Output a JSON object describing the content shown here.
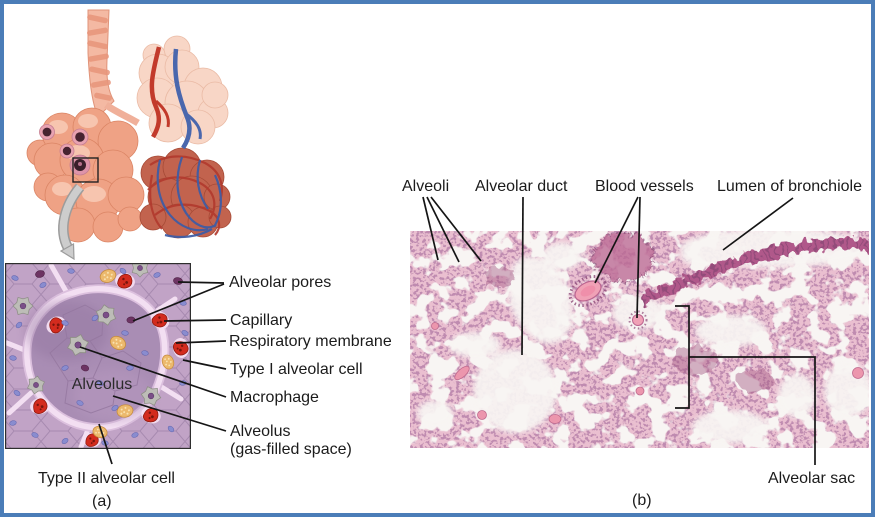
{
  "colors": {
    "frame_border": "#4b7db8",
    "label_text": "#1b1b1b",
    "leader_line": "#151515",
    "tissue_pink": "#d18ba6",
    "tissue_speckle": "#854a74",
    "illustration_background_purple": "#c1a3c6",
    "cavity_purple": "#a98db4",
    "membrane_pink": "#f3dff2",
    "red_blood_cell": "#d32b1e",
    "type2_cell_yellow": "#ecb96d",
    "macrophage_gray": "#bdbdb7",
    "artery_red": "#c23a2b",
    "vein_blue": "#4a67ad",
    "bronchiole_wall": "#b0598a"
  },
  "panel_a": {
    "caption": "(a)",
    "inline_label": "Alveolus",
    "labels": {
      "alveolar_pores": "Alveolar pores",
      "capillary": "Capillary",
      "respiratory_membrane": "Respiratory membrane",
      "type_i_alveolar_cell": "Type I alveolar cell",
      "macrophage": "Macrophage",
      "alveolus_line1": "Alveolus",
      "alveolus_line2": "(gas-filled space)",
      "type_ii_alveolar_cell": "Type II alveolar cell"
    }
  },
  "panel_b": {
    "caption": "(b)",
    "labels": {
      "alveoli": "Alveoli",
      "alveolar_duct": "Alveolar duct",
      "blood_vessels": "Blood vessels",
      "lumen_of_bronchiole": "Lumen of bronchiole",
      "alveolar_sac": "Alveolar sac"
    }
  }
}
